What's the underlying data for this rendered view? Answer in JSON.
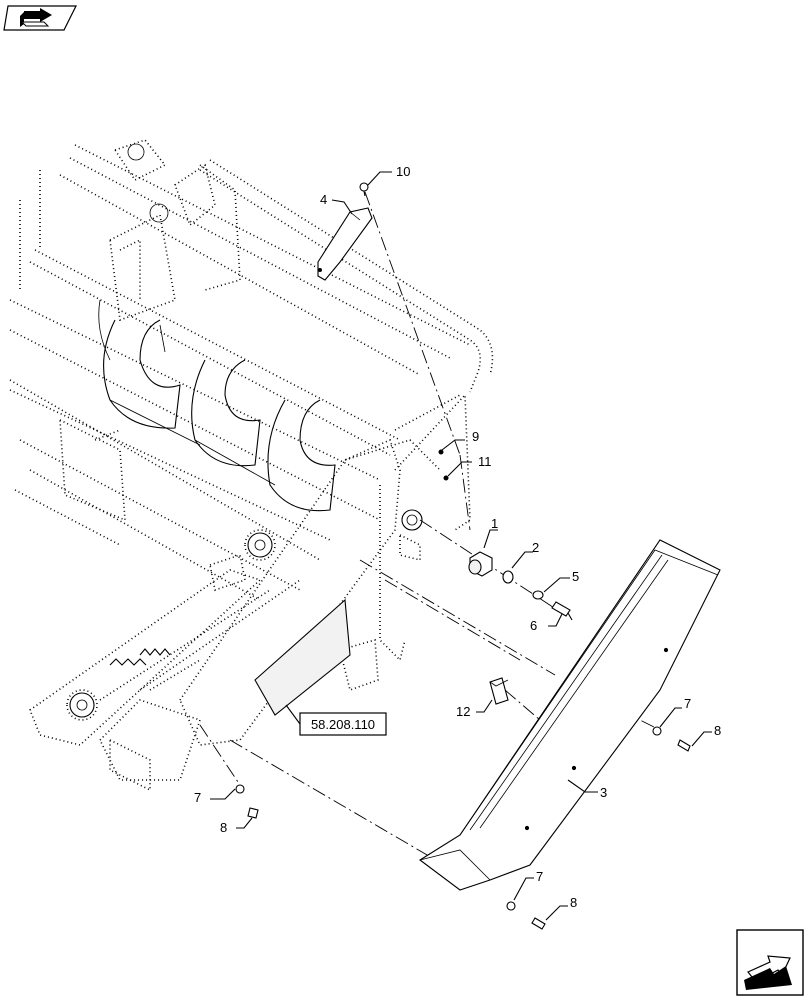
{
  "reference_box": {
    "text": "58.208.110"
  },
  "callouts": [
    {
      "id": "c1",
      "label": "1"
    },
    {
      "id": "c2",
      "label": "2"
    },
    {
      "id": "c3",
      "label": "3"
    },
    {
      "id": "c4",
      "label": "4"
    },
    {
      "id": "c5",
      "label": "5"
    },
    {
      "id": "c6",
      "label": "6"
    },
    {
      "id": "c7a",
      "label": "7"
    },
    {
      "id": "c7b",
      "label": "7"
    },
    {
      "id": "c7c",
      "label": "7"
    },
    {
      "id": "c8a",
      "label": "8"
    },
    {
      "id": "c8b",
      "label": "8"
    },
    {
      "id": "c8c",
      "label": "8"
    },
    {
      "id": "c9",
      "label": "9"
    },
    {
      "id": "c10",
      "label": "10"
    },
    {
      "id": "c11",
      "label": "11"
    },
    {
      "id": "c12",
      "label": "12"
    }
  ],
  "icons": {
    "top_left": "book-arrow-icon",
    "bottom_right": "navigation-arrow-icon"
  }
}
